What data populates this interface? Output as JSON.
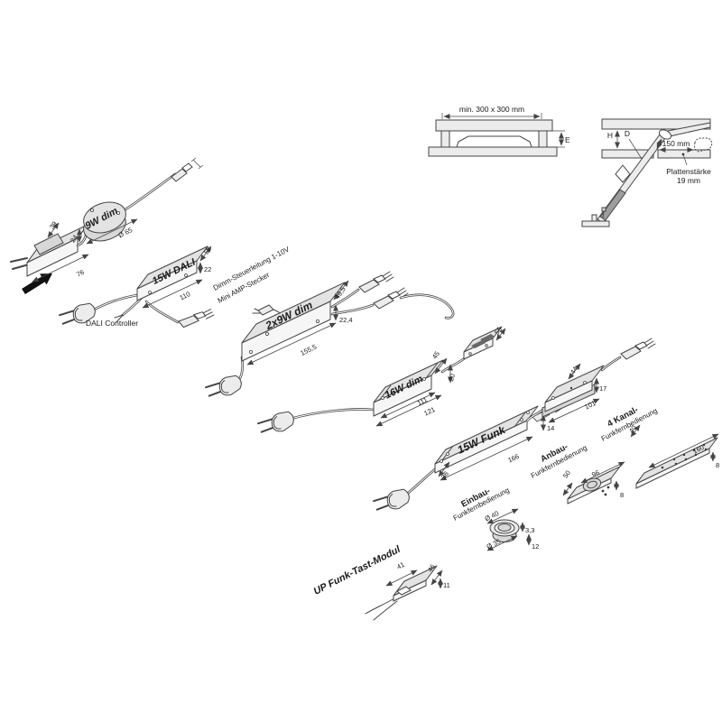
{
  "mounting": {
    "clearance": "min. 300 x 300 mm",
    "dim_e": "E",
    "dim_h": "H",
    "dim_d": "D",
    "arm_reach": "150 mm",
    "plate_line1": "Plattenstärke",
    "plate_line2": "19 mm"
  },
  "devices": {
    "puck9w": {
      "label": "9W dim",
      "diameter": "Ø 65",
      "height": "24",
      "plug_length": "76",
      "plug_width": "39"
    },
    "dali15w": {
      "label": "15W DALI",
      "caption": "DALI Controller",
      "length": "110",
      "width": "52",
      "height": "22"
    },
    "dim2x9w": {
      "label": "2x9W dim",
      "note_line1": "Dimm-Steuerleitung 1-10V",
      "note_line2": "Mini AMP-Stecker",
      "length": "155,5",
      "width": "49,5",
      "height": "22,4"
    },
    "dim16w": {
      "label": "16W dim",
      "length_outer": "121",
      "length_inner": "111",
      "width": "45",
      "height": "20",
      "distributor_width": "55"
    },
    "funk15w": {
      "label": "15W Funk",
      "length": "166",
      "width": "38",
      "height": "14"
    },
    "receiver": {
      "length": "101",
      "width": "44",
      "height": "17"
    },
    "anbau": {
      "label_line1": "Anbau-",
      "label_line2": "Funkfernbedienung",
      "remote_length": "96",
      "remote_width": "50",
      "remote_height": "8"
    },
    "kanal4": {
      "label_line1": "4 Kanal-",
      "label_line2": "Funkfernbedienung",
      "length": "160",
      "width": "40",
      "height": "8"
    },
    "einbau": {
      "label_line1": "Einbau-",
      "label_line2": "Funkfernbedienung",
      "outer_diameter": "Ø 40",
      "inner_diameter": "Ø 35",
      "lip_height": "3,3",
      "height": "12"
    },
    "up_modul": {
      "label": "UP Funk-Tast-Modul",
      "width": "41",
      "depth": "46",
      "height": "11"
    }
  }
}
